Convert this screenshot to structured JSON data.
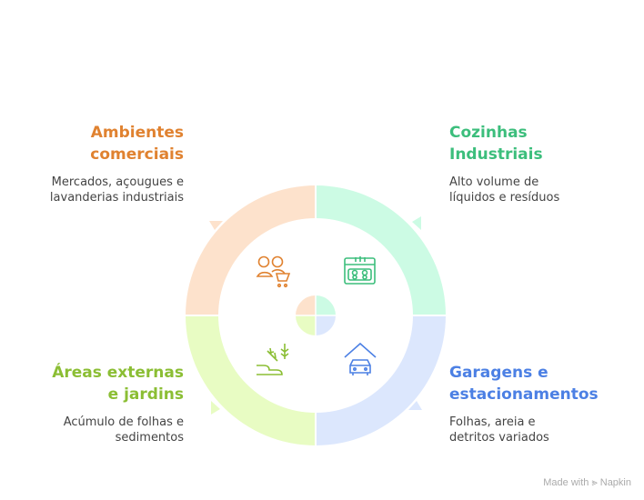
{
  "quadrants": [
    {
      "id": "comercial",
      "title_lines": [
        "Ambientes",
        "comerciais"
      ],
      "description_lines": [
        "Mercados, açougues e",
        "lavanderias industriais"
      ],
      "color": "#E08230",
      "fill": "#FDE2CC",
      "icon": "shopping-people-cart-icon"
    },
    {
      "id": "cozinhas",
      "title_lines": [
        "Cozinhas",
        "Industriais"
      ],
      "description_lines": [
        "Alto volume de",
        "líquidos e resíduos"
      ],
      "color": "#3CBE7C",
      "fill": "#CCFBE4",
      "icon": "industrial-stove-icon"
    },
    {
      "id": "garagens",
      "title_lines": [
        "Garagens e",
        "estacionamentos"
      ],
      "description_lines": [
        "Folhas, areia e",
        "detritos variados"
      ],
      "color": "#4C80E4",
      "fill": "#DCE7FD",
      "icon": "car-garage-icon"
    },
    {
      "id": "areas",
      "title_lines": [
        "Áreas externas",
        "e jardins"
      ],
      "description_lines": [
        "Acúmulo de folhas e",
        "sedimentos"
      ],
      "color": "#8BBE34",
      "fill": "#E8FCC3",
      "icon": "garden-plants-icon"
    }
  ],
  "footer": {
    "made_with": "Made with",
    "brand": "Napkin"
  }
}
